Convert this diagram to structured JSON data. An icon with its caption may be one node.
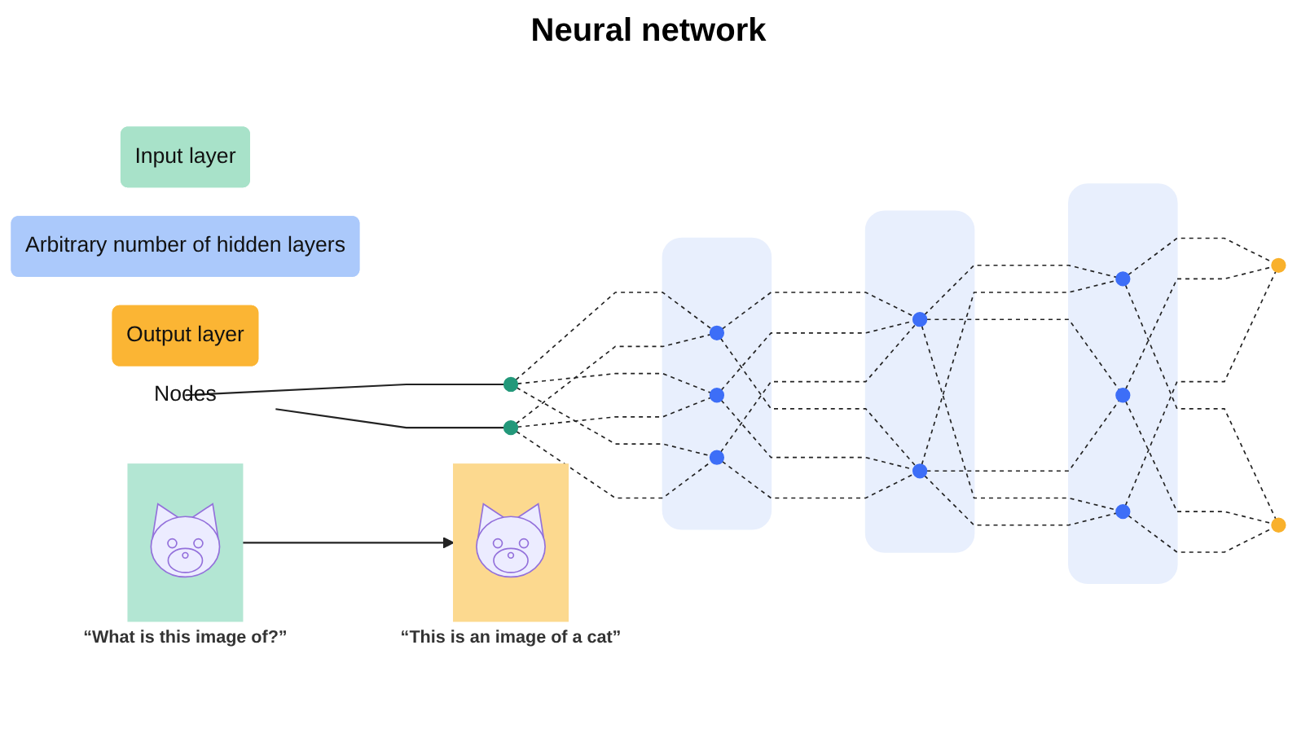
{
  "diagram": {
    "title": "Neural network",
    "nodes": [
      {
        "text": [
          "Input layer"
        ]
      },
      {
        "text": [
          "Arbitrary number of hidden layers"
        ]
      },
      {
        "text": [
          "Output layer"
        ]
      },
      {
        "text": [
          "Nodes"
        ]
      },
      {
        "text": [],
        "shape": "circle"
      },
      {
        "text": [],
        "shape": "circle"
      },
      {
        "text": [],
        "shape": "box"
      },
      {
        "text": [],
        "shape": "circle",
        "in": 6
      },
      {
        "text": [],
        "shape": "circle",
        "in": 6
      },
      {
        "text": [],
        "shape": "circle",
        "in": 6
      },
      {
        "text": [],
        "shape": "box"
      },
      {
        "text": [],
        "shape": "circle",
        "in": 10
      },
      {
        "text": [],
        "shape": "circle",
        "in": 10
      },
      {
        "text": [],
        "shape": "box"
      },
      {
        "text": [],
        "shape": "circle",
        "in": 13
      },
      {
        "text": [],
        "shape": "circle",
        "in": 13
      },
      {
        "text": [],
        "shape": "circle",
        "in": 13
      },
      {
        "text": [],
        "shape": "circle"
      },
      {
        "text": [],
        "shape": "circle"
      },
      {
        "text": [],
        "shape": "picture",
        "beside": [
          "“What is this image of?”"
        ]
      },
      {
        "text": [],
        "shape": "picture",
        "beside": [
          "“This is an image of a cat”"
        ]
      }
    ],
    "edges": [
      {
        "from": 3,
        "to": 4,
        "arrow": "none"
      },
      {
        "from": 3,
        "to": 5,
        "arrow": "none"
      },
      {
        "from": 4,
        "to": 7,
        "arrow": "none",
        "style": "dashed"
      },
      {
        "from": 4,
        "to": 8,
        "arrow": "none",
        "style": "dashed"
      },
      {
        "from": 4,
        "to": 9,
        "arrow": "none",
        "style": "dashed"
      },
      {
        "from": 5,
        "to": 7,
        "arrow": "none",
        "style": "dashed"
      },
      {
        "from": 5,
        "to": 8,
        "arrow": "none",
        "style": "dashed"
      },
      {
        "from": 5,
        "to": 9,
        "arrow": "none",
        "style": "dashed"
      },
      {
        "from": 7,
        "to": 11,
        "arrow": "none",
        "style": "dashed"
      },
      {
        "from": 7,
        "to": 12,
        "arrow": "none",
        "style": "dashed"
      },
      {
        "from": 8,
        "to": 11,
        "arrow": "none",
        "style": "dashed"
      },
      {
        "from": 8,
        "to": 12,
        "arrow": "none",
        "style": "dashed"
      },
      {
        "from": 9,
        "to": 11,
        "arrow": "none",
        "style": "dashed"
      },
      {
        "from": 9,
        "to": 12,
        "arrow": "none",
        "style": "dashed"
      },
      {
        "from": 11,
        "to": 14,
        "arrow": "none",
        "style": "dashed"
      },
      {
        "from": 11,
        "to": 15,
        "arrow": "none",
        "style": "dashed"
      },
      {
        "from": 11,
        "to": 16,
        "arrow": "none",
        "style": "dashed"
      },
      {
        "from": 12,
        "to": 14,
        "arrow": "none",
        "style": "dashed"
      },
      {
        "from": 12,
        "to": 15,
        "arrow": "none",
        "style": "dashed"
      },
      {
        "from": 12,
        "to": 16,
        "arrow": "none",
        "style": "dashed"
      },
      {
        "from": 14,
        "to": 17,
        "arrow": "none",
        "style": "dashed"
      },
      {
        "from": 14,
        "to": 18,
        "arrow": "none",
        "style": "dashed"
      },
      {
        "from": 15,
        "to": 17,
        "arrow": "none",
        "style": "dashed"
      },
      {
        "from": 15,
        "to": 18,
        "arrow": "none",
        "style": "dashed"
      },
      {
        "from": 16,
        "to": 17,
        "arrow": "none",
        "style": "dashed"
      },
      {
        "from": 16,
        "to": 18,
        "arrow": "none",
        "style": "dashed"
      },
      {
        "from": 19,
        "to": 20,
        "arrow": "to"
      }
    ]
  }
}
